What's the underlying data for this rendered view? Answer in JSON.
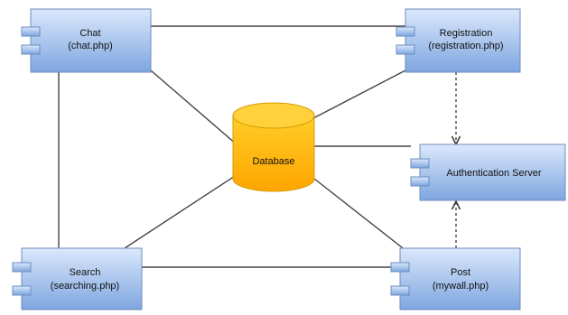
{
  "diagram": {
    "components": {
      "chat": {
        "name": "Chat",
        "file": "(chat.php)"
      },
      "registration": {
        "name": "Registration",
        "file": "(registration.php)"
      },
      "auth": {
        "name": "Authentication Server"
      },
      "search": {
        "name": "Search",
        "file": "(searching.php)"
      },
      "post": {
        "name": "Post",
        "file": "(mywall.php)"
      }
    },
    "database": {
      "name": "Database"
    },
    "colors": {
      "component_fill_top": "#dbe8fb",
      "component_fill_bottom": "#7ea6e0",
      "component_stroke": "#6c8ebf",
      "database_fill_top": "#ffcd28",
      "database_fill_bottom": "#ffa500",
      "database_stroke": "#d79b00",
      "connector": "#444444"
    }
  }
}
